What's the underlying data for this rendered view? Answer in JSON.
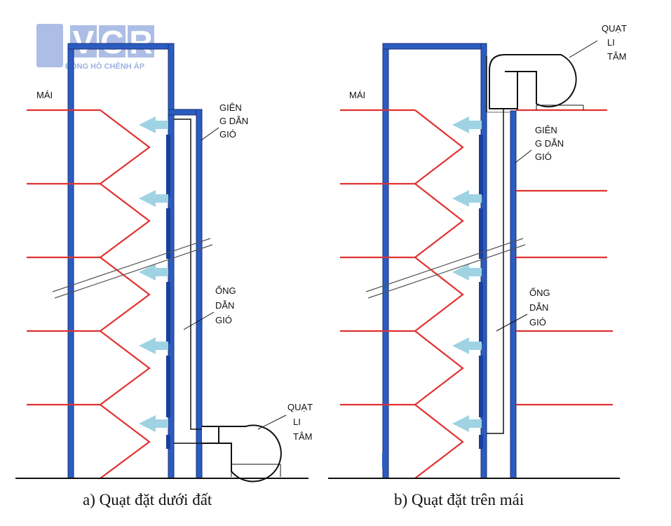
{
  "logo": {
    "letters": [
      "V",
      "C",
      "R"
    ],
    "subtitle": "ĐỒNG HỒ CHÊNH ÁP",
    "color": "#9db3e0"
  },
  "colors": {
    "wall": "#2b5cc0",
    "wall_edge": "#1a2f78",
    "floor": "#e03232",
    "arrow": "#9fd3e3",
    "ground": "#111111"
  },
  "panel_a": {
    "roof_label": "MÁI",
    "grille_label": [
      "GIÊN",
      "G DẪN",
      "GIÓ"
    ],
    "duct_label": [
      "ỐNG",
      "DẪN",
      "GIÓ"
    ],
    "fan_label": [
      "QUẠT",
      "LI",
      "TÂM"
    ],
    "caption": "a) Quạt đặt dưới đất"
  },
  "panel_b": {
    "roof_label": "MÁI",
    "grille_label": [
      "GIÊN",
      "G DẪN",
      "GIÓ"
    ],
    "duct_label": [
      "ỐNG",
      "DẪN",
      "GIÓ"
    ],
    "fan_label": [
      "QUẠT",
      "LI",
      "TÂM"
    ],
    "caption": "b) Quạt đặt trên mái"
  }
}
